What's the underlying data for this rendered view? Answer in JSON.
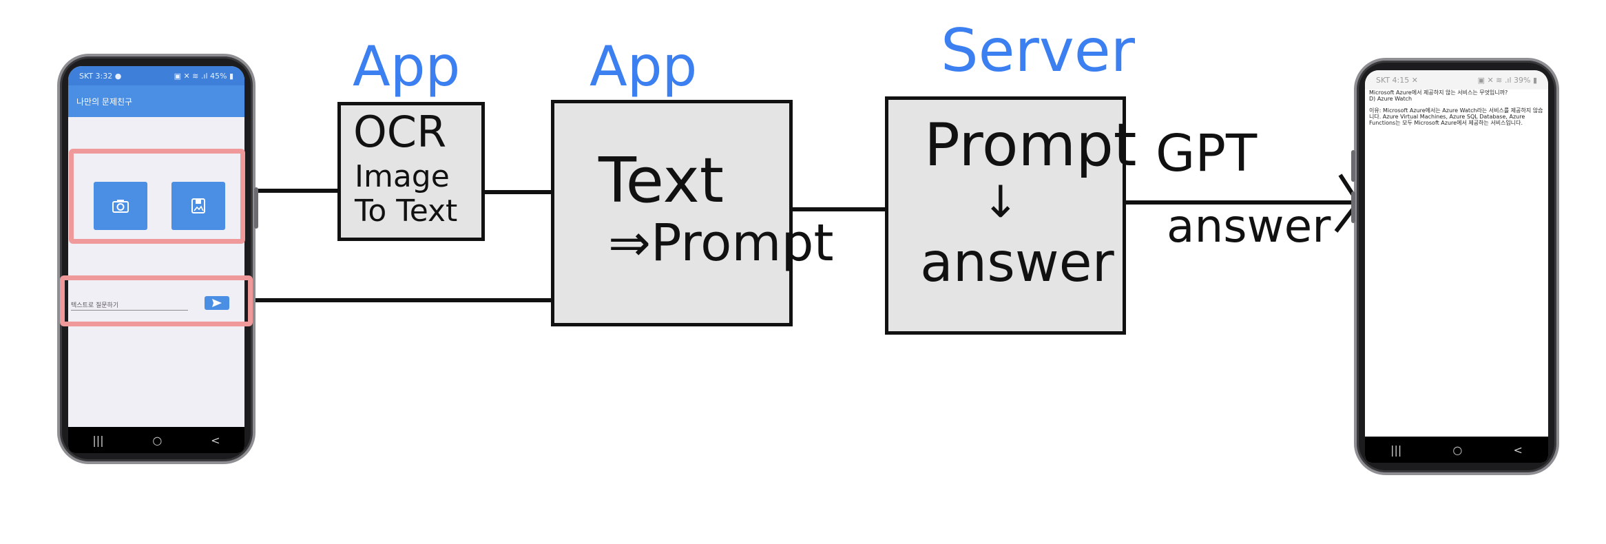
{
  "phone_left": {
    "status_bar": {
      "left": "SKT 3:32 ●",
      "right": "▣ ✕ ≋ .ıl 45% ▮"
    },
    "app_title": "나만의 문제친구",
    "text_input_placeholder": "텍스트로 질문하기",
    "send_icon": "send-icon",
    "camera_icon": "camera-icon",
    "gallery_icon": "gallery-icon",
    "nav": {
      "recents": "|||",
      "home": "○",
      "back": "<"
    }
  },
  "phone_right": {
    "status_bar": {
      "left": "SKT 4:15 ✕",
      "right": "▣ ✕ ≋ .ıl 39% ▮"
    },
    "question": "Microsoft Azure에서 제공하지 않는 서비스는 무엇입니까?",
    "answer": "D) Azure Watch",
    "explanation": "이유: Microsoft Azure에서는 Azure Watch라는 서비스를 제공하지 않습니다. Azure Virtual Machines, Azure SQL Database, Azure Functions는 모두 Microsoft Azure에서 제공하는 서비스입니다.",
    "nav": {
      "recents": "|||",
      "home": "○",
      "back": "<"
    }
  },
  "boxes": {
    "ocr": {
      "line1": "OCR",
      "line2": "Image",
      "line3": "To Text",
      "tag": "App"
    },
    "text_prompt": {
      "line1": "Text",
      "line2": "⇒Prompt",
      "tag": "App"
    },
    "server": {
      "line1": "Prompt",
      "arrow": "↓",
      "line2": "answer",
      "tag": "Server"
    }
  },
  "edge_label": {
    "line1": "GPT",
    "line2": "answer"
  },
  "colors": {
    "tag_blue": "#3c7ff0",
    "highlight": "#f0999b",
    "app_blue": "#4a8fe4",
    "box_fill": "#e4e4e4"
  }
}
